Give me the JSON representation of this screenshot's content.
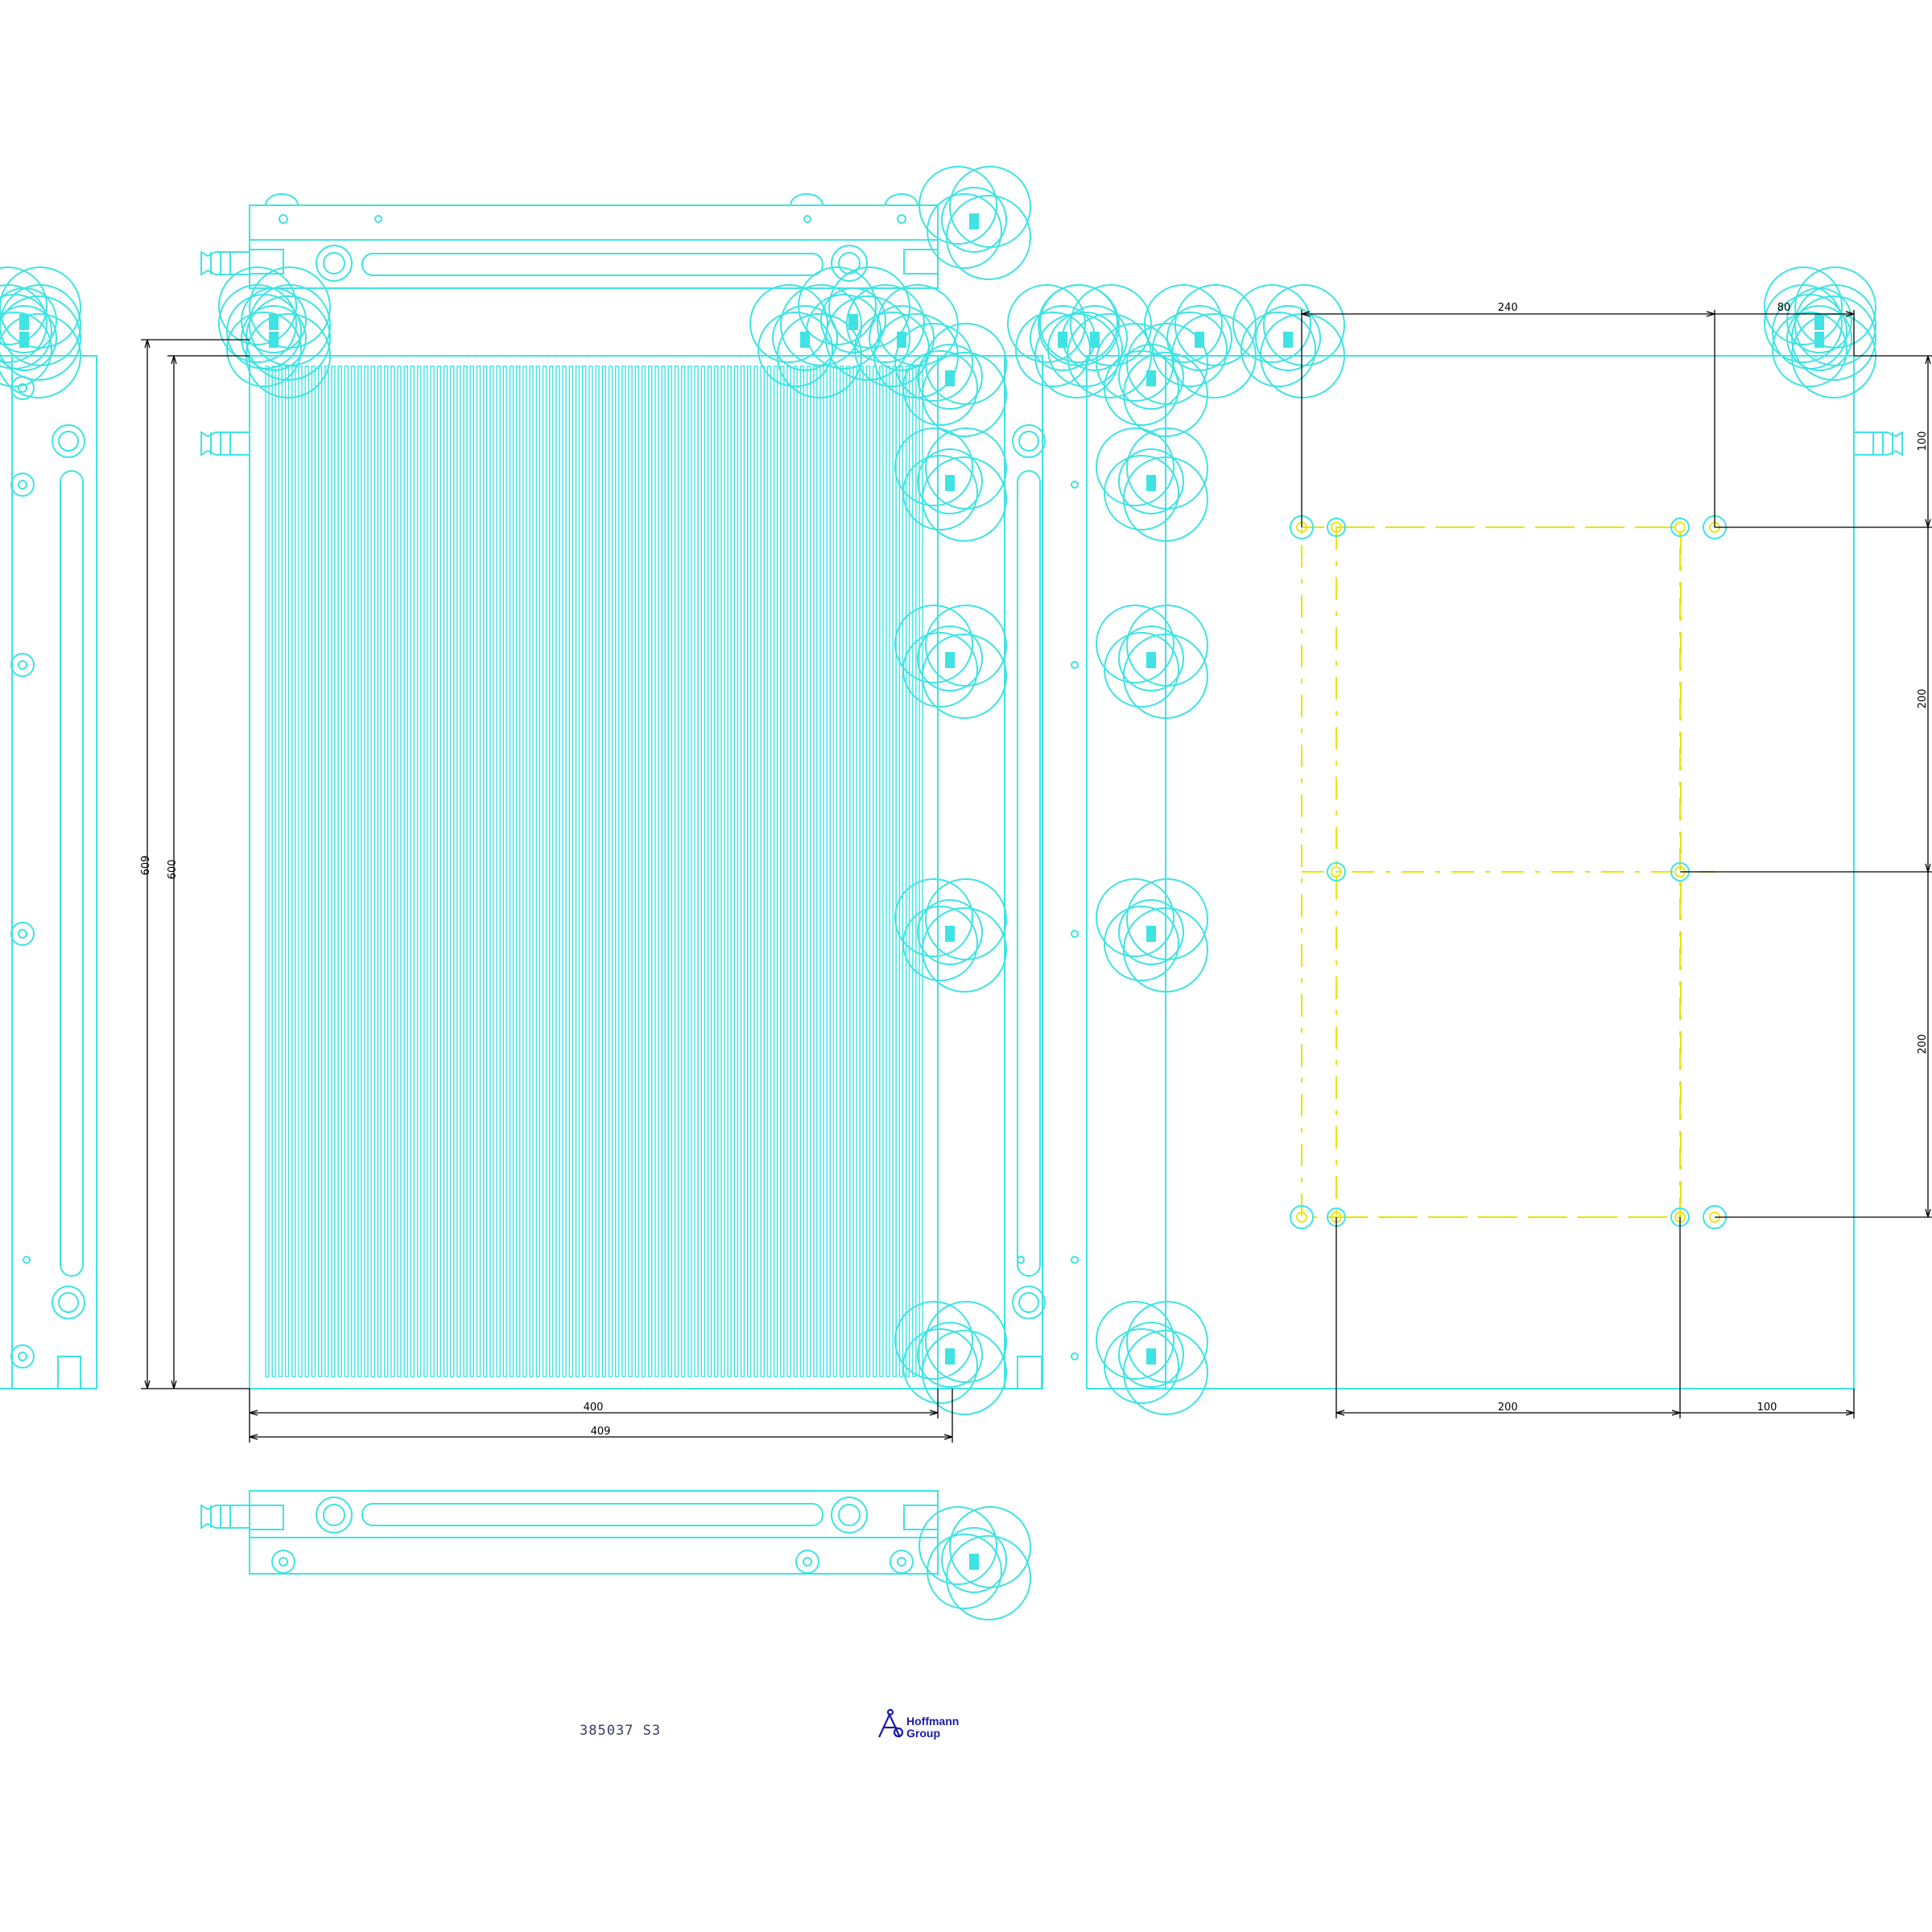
{
  "drawing": {
    "colors": {
      "geometry": "#3fe3e3",
      "dimension": "#000000",
      "pattern": "#e6e600",
      "logo": "#1a1aa6",
      "code": "#3a3a6a",
      "background": "#ffffff"
    },
    "dimensions": {
      "height_outer": "609",
      "height_inner": "600",
      "width_inner": "400",
      "width_outer": "409",
      "pitch_horizontal": "240",
      "edge_offset_top": "80",
      "edge_offset_vertical": "100",
      "pitch_vertical_1": "200",
      "pitch_vertical_2": "200",
      "pitch_bottom": "200",
      "edge_offset_bottom": "100"
    },
    "title_block": {
      "drawing_code": "385037 S3",
      "logo_line1": "Hoffmann",
      "logo_line2": "Group",
      "logo_icon": "hoffmann-group-logo-icon"
    }
  }
}
